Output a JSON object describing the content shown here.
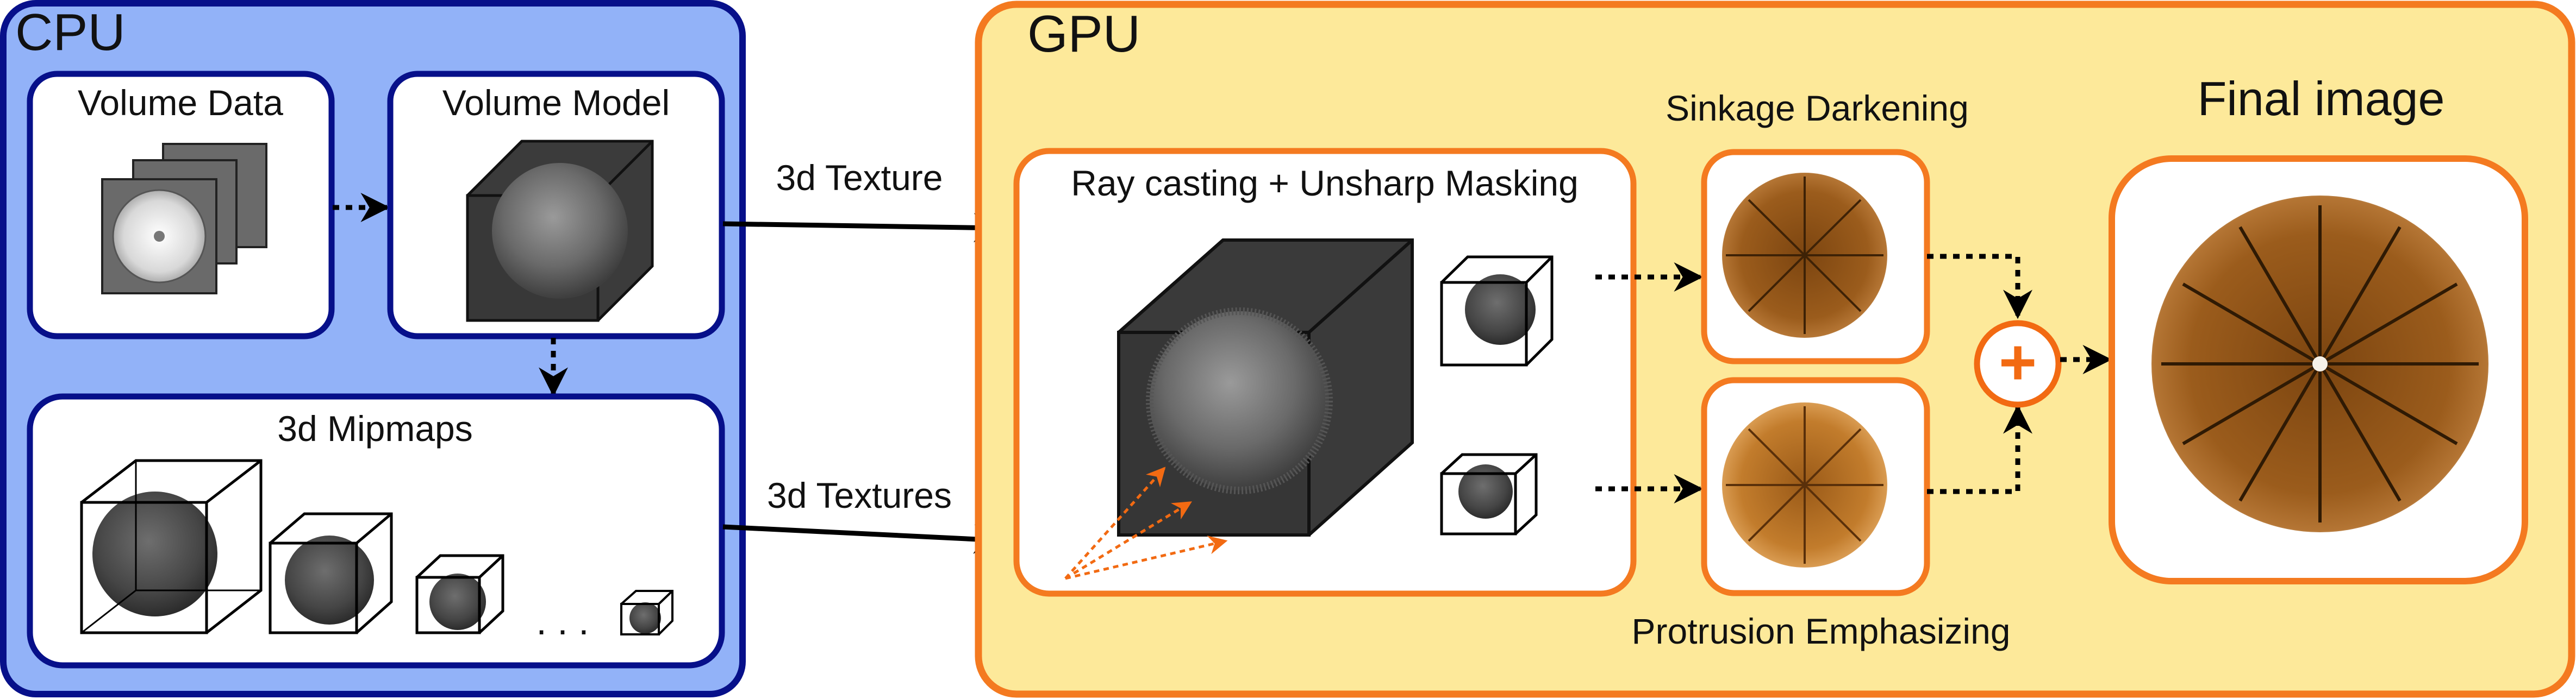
{
  "cpu": {
    "title": "CPU",
    "volume_data": {
      "label": "Volume Data"
    },
    "volume_model": {
      "label": "Volume Model"
    },
    "mipmaps": {
      "label": "3d Mipmaps",
      "ellipsis": ". . ."
    }
  },
  "connectors": {
    "texture_label": "3d Texture",
    "textures_label": "3d Textures"
  },
  "gpu": {
    "title": "GPU",
    "raycast": {
      "label": "Ray casting + Unsharp Masking"
    },
    "sinkage": {
      "label": "Sinkage Darkening"
    },
    "protrusion": {
      "label": "Protrusion Emphasizing"
    },
    "combine_symbol": "+",
    "final": {
      "label": "Final image"
    }
  },
  "colors": {
    "cpu_fill": "#92b2f8",
    "cpu_border": "#07108a",
    "gpu_fill": "#fde99a",
    "gpu_border": "#f47a20",
    "box_fill": "#ffffff",
    "arrow": "#000000",
    "orange_accent": "#f26a12",
    "cube_dark": "#3b3b3b",
    "sphere_gray": "#6e6e6e",
    "orange_slice": "#8a4e15"
  }
}
